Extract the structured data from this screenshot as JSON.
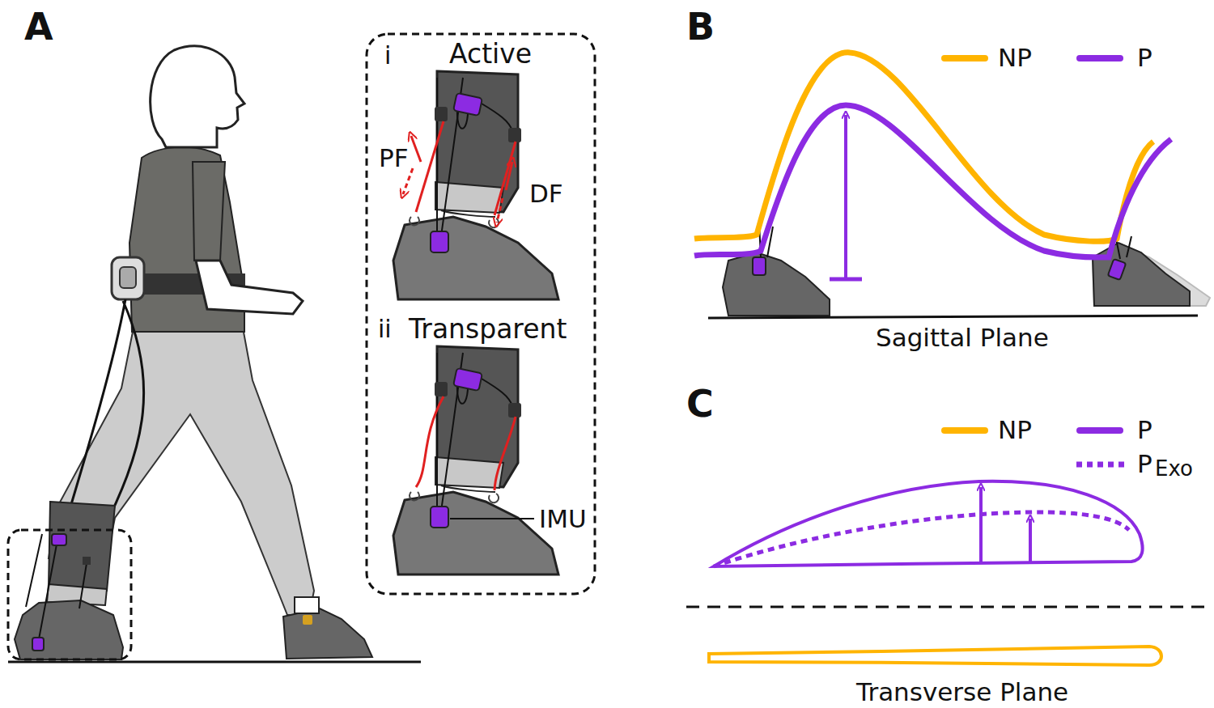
{
  "diagram": {
    "nodes": [
      {
        "text": [
          "i",
          "Active",
          "ii",
          "Transparent"
        ]
      }
    ],
    "labels": [
      "A",
      "B",
      "C",
      "PF",
      "DF",
      "IMU",
      "Sagittal Plane",
      "Transverse Plane",
      "Exo"
    ],
    "legend": [
      {
        "text": "NP",
        "color": "#ffb400"
      },
      {
        "text": "P",
        "color": "#8c2be2"
      },
      {
        "text": "NP",
        "color": "#ffb400"
      },
      {
        "text": "P",
        "color": "#8c2be2"
      },
      {
        "text": "P"
      }
    ]
  }
}
